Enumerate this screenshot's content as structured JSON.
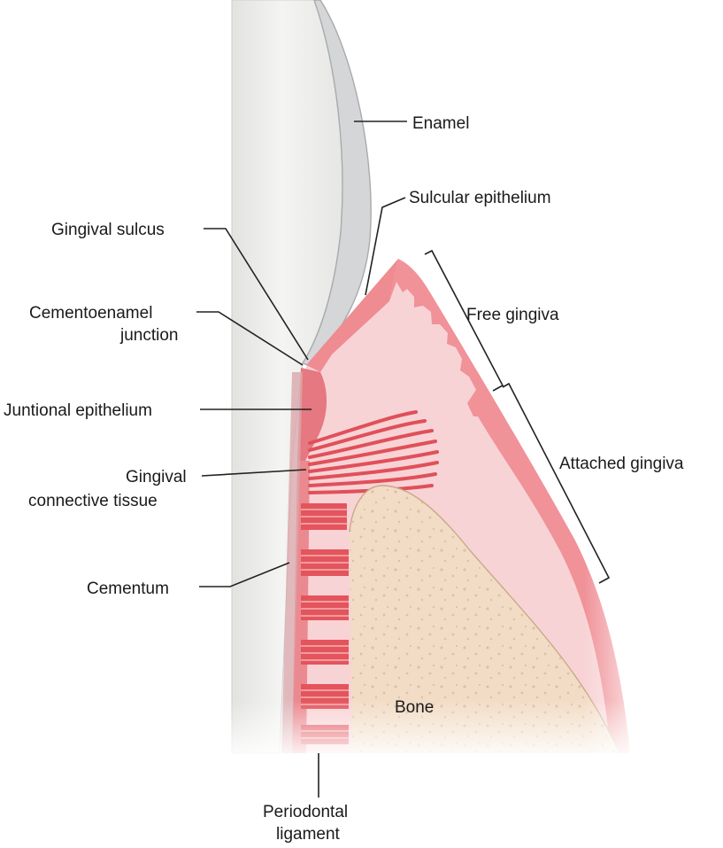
{
  "labels": {
    "enamel": "Enamel",
    "sulcular_epithelium": "Sulcular epithelium",
    "gingival_sulcus": "Gingival sulcus",
    "cej_line1": "Cementoenamel",
    "cej_line2": "junction",
    "free_gingiva": "Free gingiva",
    "junctional_epithelium": "Juntional epithelium",
    "attached_gingiva": "Attached gingiva",
    "gct_line1": "Gingival",
    "gct_line2": "connective tissue",
    "cementum": "Cementum",
    "bone": "Bone",
    "pdl_line1": "Periodontal",
    "pdl_line2": "ligament"
  },
  "colors": {
    "tooth": "#ececea",
    "enamel": "#d7d8d9",
    "gingiva_light": "#f7cdd0",
    "epithelium": "#ee8f95",
    "fibers": "#e4545c",
    "bone": "#f1dcc6",
    "bone_dots": "#d9bea2"
  }
}
